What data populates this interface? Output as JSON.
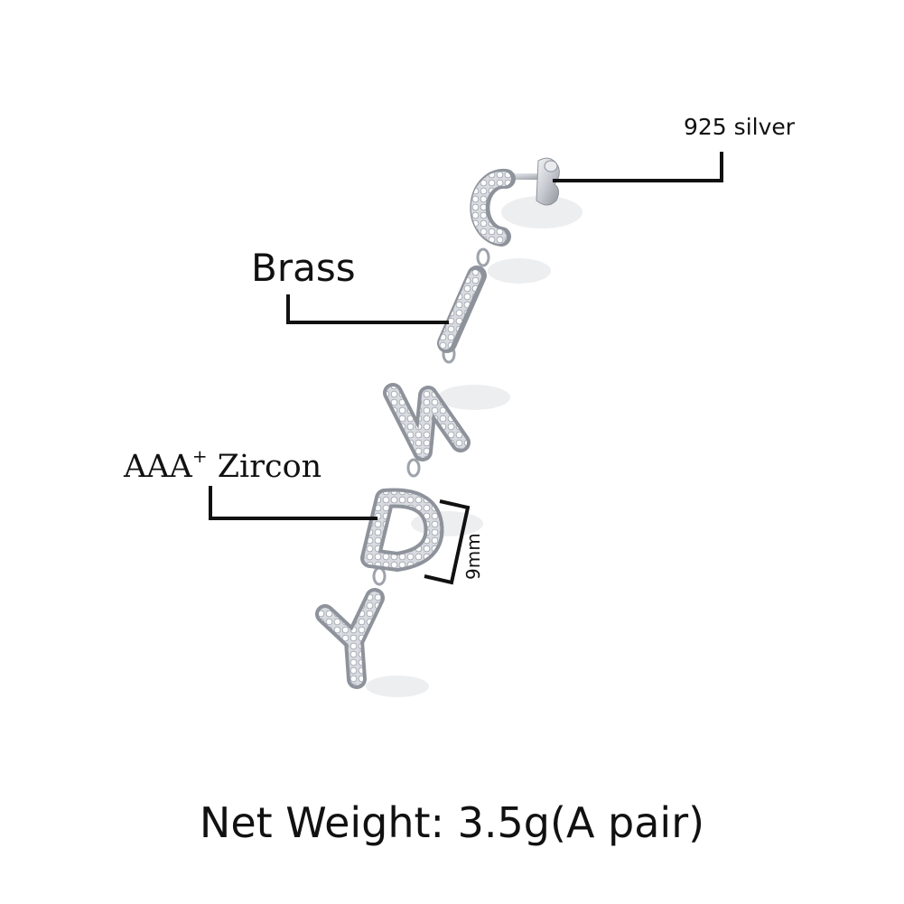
{
  "labels": {
    "silver": "925 silver",
    "brass": "Brass",
    "zircon_prefix": "AAA",
    "zircon_superscript": "+",
    "zircon_suffix": " Zircon",
    "size": "9mm",
    "weight": "Net Weight: 3.5g(A pair)"
  },
  "earring_letters": [
    "C",
    "I",
    "N",
    "D",
    "Y"
  ],
  "colors": {
    "background": "#ffffff",
    "text": "#111111",
    "leader_line": "#111111",
    "metal": "#c9ccd1",
    "stone": "#eef0f3"
  }
}
